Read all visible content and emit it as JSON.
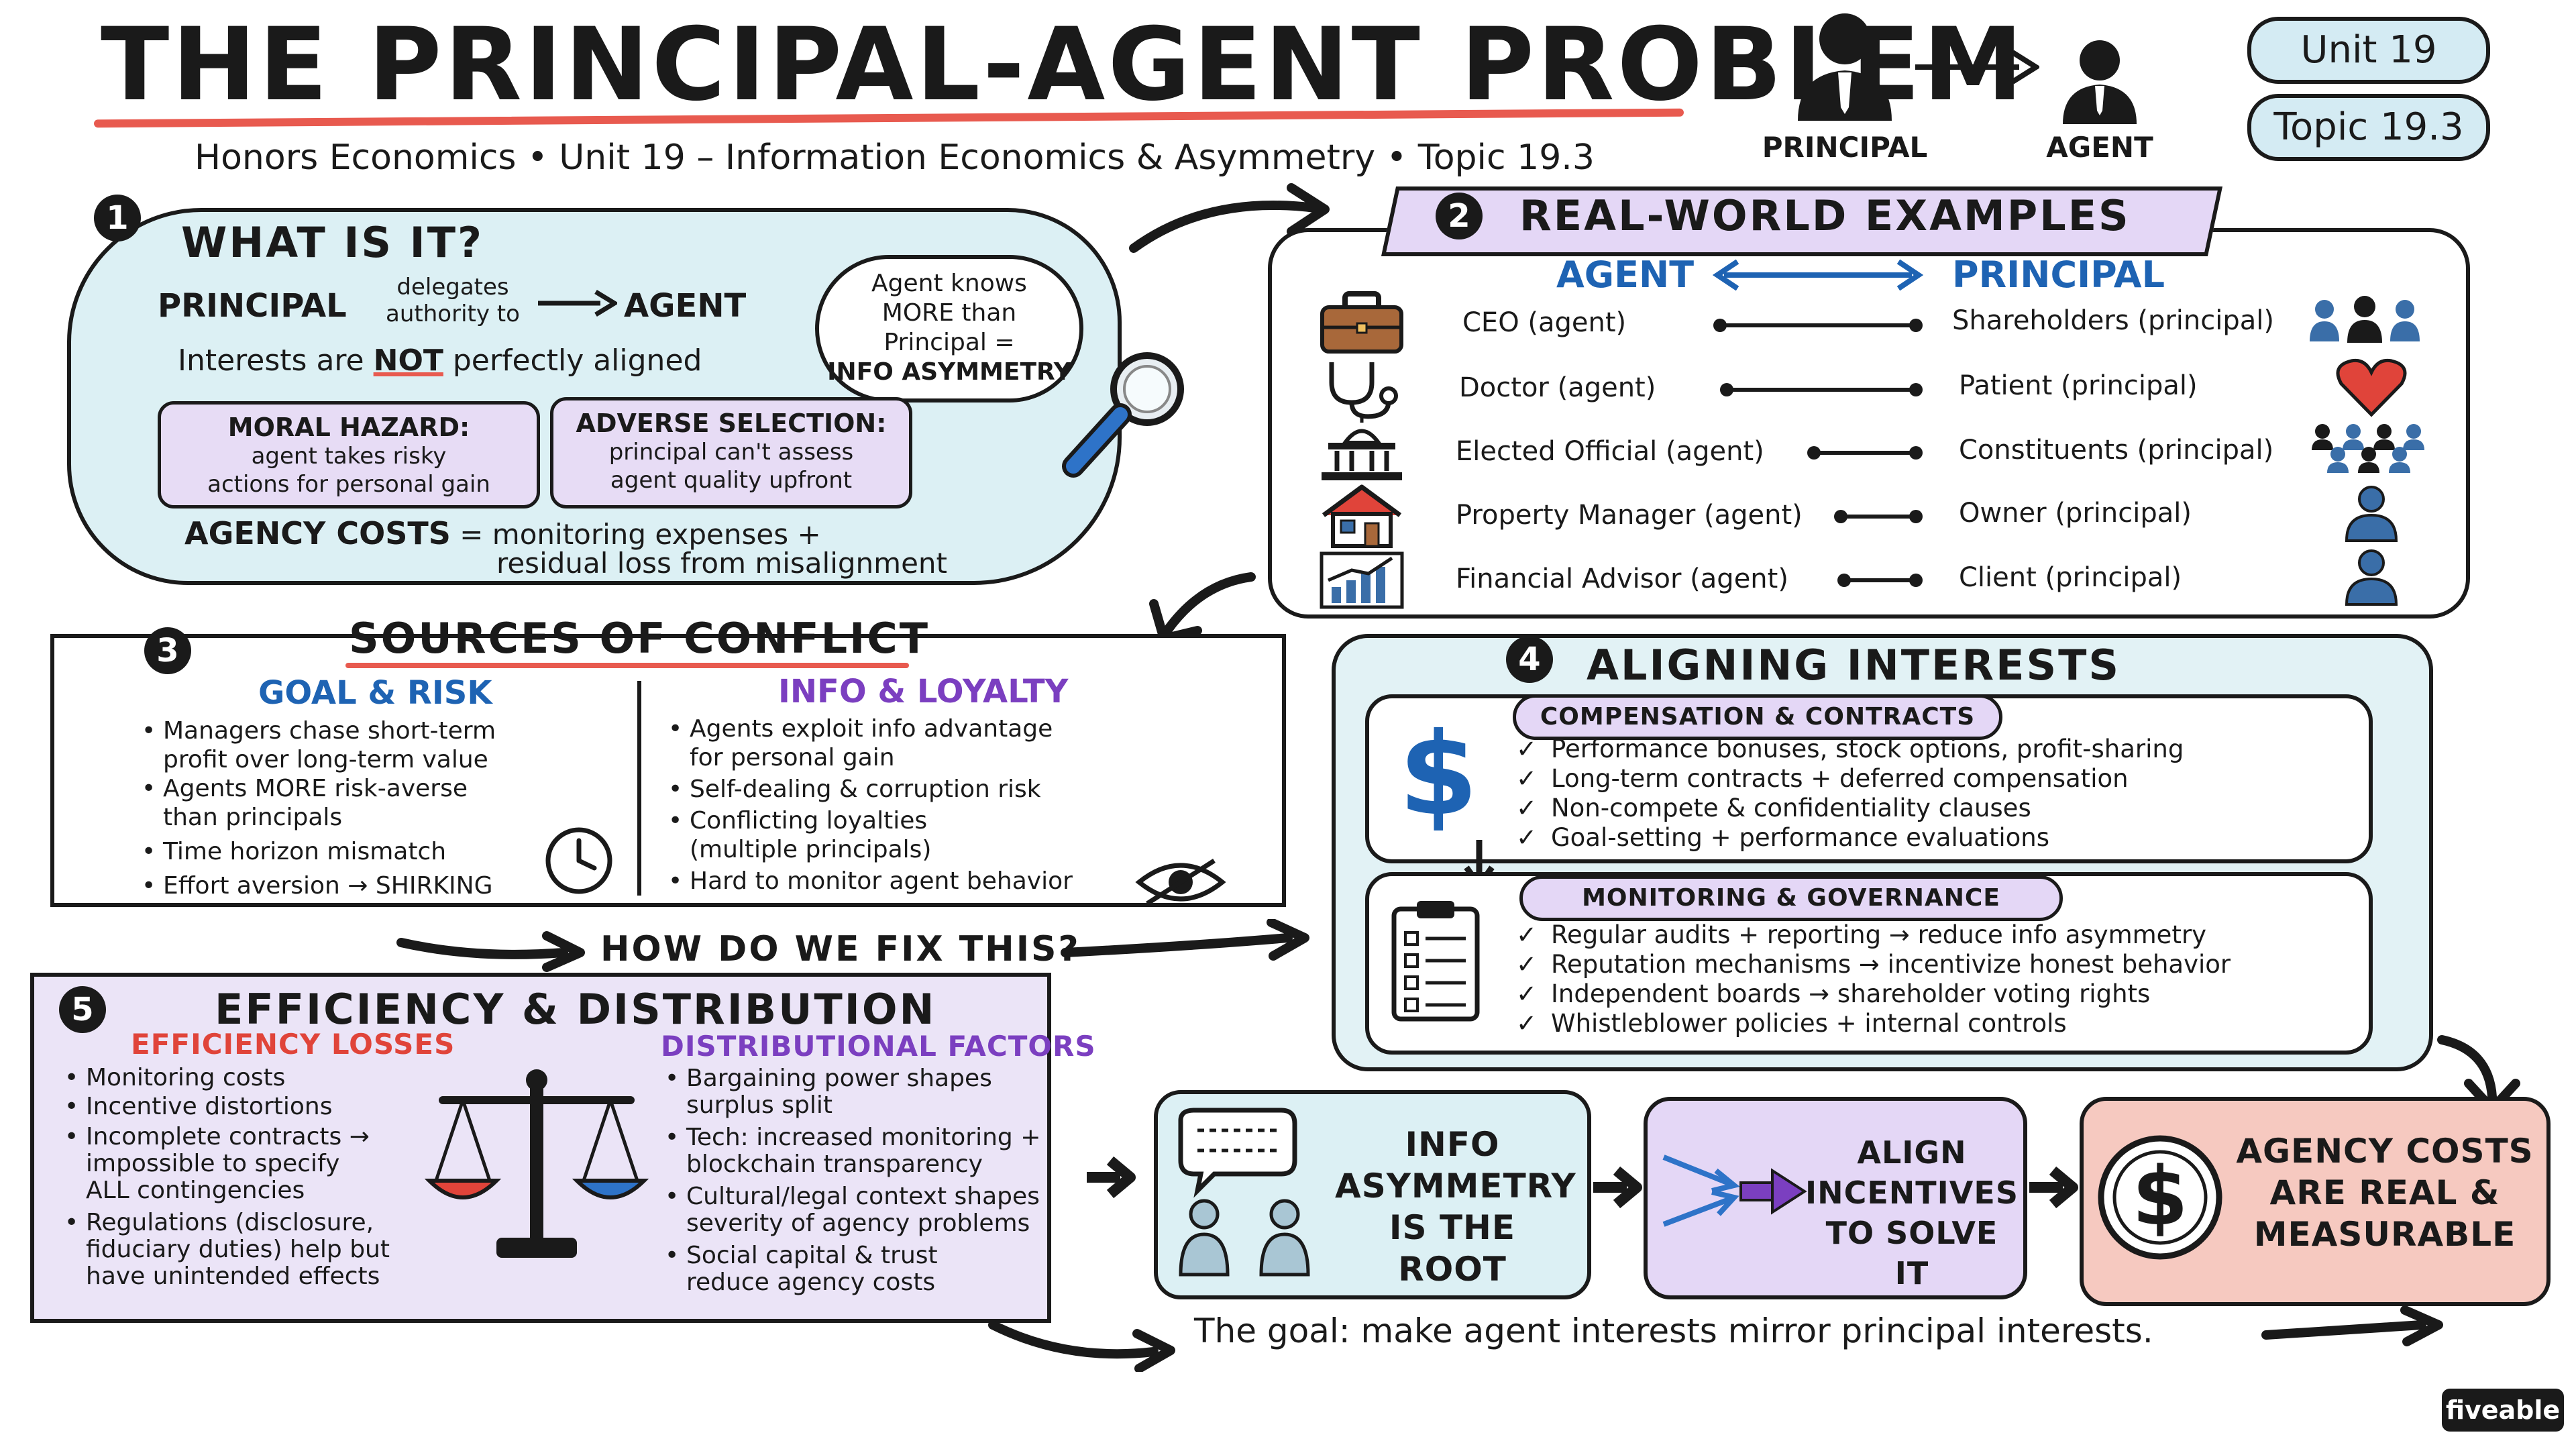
{
  "header": {
    "title": "THE PRINCIPAL-AGENT PROBLEM",
    "subtitle": "Honors Economics • Unit 19 – Information Economics & Asymmetry • Topic 19.3",
    "principal_label": "PRINCIPAL",
    "agent_label": "AGENT",
    "unit_tag": "Unit 19",
    "topic_tag": "Topic 19.3"
  },
  "section1": {
    "number": "1",
    "heading": "WHAT IS IT?",
    "principal": "PRINCIPAL",
    "delegates_line1": "delegates",
    "delegates_line2": "authority to",
    "agent": "AGENT",
    "interests_pre": "Interests are",
    "interests_not": "NOT",
    "interests_post": "perfectly aligned",
    "bubble_lines": [
      "Agent knows",
      "MORE than",
      "Principal =",
      "INFO ASYMMETRY"
    ],
    "moral_hazard_title": "MORAL HAZARD:",
    "moral_hazard_lines": [
      "agent takes risky",
      "actions for personal gain"
    ],
    "adverse_selection_title": "ADVERSE SELECTION:",
    "adverse_selection_lines": [
      "principal can't assess",
      "agent quality upfront"
    ],
    "agency_costs_label": "AGENCY COSTS",
    "agency_costs_eq": "=",
    "agency_costs_line1": "monitoring expenses +",
    "agency_costs_line2": "residual loss from misalignment"
  },
  "section2": {
    "number": "2",
    "heading": "REAL-WORLD EXAMPLES",
    "col_agent": "AGENT",
    "col_principal": "PRINCIPAL",
    "rows": [
      {
        "agent": "CEO (agent)",
        "principal": "Shareholders (principal)",
        "left_icon": "briefcase-icon",
        "right_icon": "group-icon"
      },
      {
        "agent": "Doctor (agent)",
        "principal": "Patient (principal)",
        "left_icon": "stethoscope-icon",
        "right_icon": "heart-icon"
      },
      {
        "agent": "Elected Official (agent)",
        "principal": "Constituents (principal)",
        "left_icon": "capitol-icon",
        "right_icon": "crowd-icon"
      },
      {
        "agent": "Property Manager (agent)",
        "principal": "Owner (principal)",
        "left_icon": "house-icon",
        "right_icon": "person-icon"
      },
      {
        "agent": "Financial Advisor (agent)",
        "principal": "Client (principal)",
        "left_icon": "growth-chart-icon",
        "right_icon": "person-icon"
      }
    ]
  },
  "section3": {
    "number": "3",
    "heading": "SOURCES OF CONFLICT",
    "left_title": "GOAL & RISK",
    "left_items": [
      [
        "Managers chase short-term",
        "profit over long-term value"
      ],
      [
        "Agents MORE risk-averse",
        "than principals"
      ],
      [
        "Time horizon mismatch"
      ],
      [
        "Effort aversion → SHIRKING"
      ]
    ],
    "right_title": "INFO & LOYALTY",
    "right_items": [
      [
        "Agents exploit info advantage",
        "for personal gain"
      ],
      [
        "Self-dealing & corruption risk"
      ],
      [
        "Conflicting loyalties",
        "(multiple principals)"
      ],
      [
        "Hard to monitor agent behavior"
      ]
    ],
    "fix_prompt": "HOW DO WE FIX THIS?"
  },
  "section4": {
    "number": "4",
    "heading": "ALIGNING INTERESTS",
    "comp_title": "COMPENSATION & CONTRACTS",
    "comp_items": [
      "Performance bonuses, stock options, profit-sharing",
      "Long-term contracts + deferred compensation",
      "Non-compete & confidentiality clauses",
      "Goal-setting + performance evaluations"
    ],
    "mon_title": "MONITORING & GOVERNANCE",
    "mon_items": [
      "Regular audits + reporting → reduce info asymmetry",
      "Reputation mechanisms → incentivize honest behavior",
      "Independent boards → shareholder voting rights",
      "Whistleblower policies + internal controls"
    ]
  },
  "section5": {
    "number": "5",
    "heading": "EFFICIENCY & DISTRIBUTION",
    "left_title": "EFFICIENCY LOSSES",
    "left_items": [
      [
        "Monitoring costs"
      ],
      [
        "Incentive distortions"
      ],
      [
        "Incomplete contracts →",
        "impossible to specify",
        "ALL contingencies"
      ],
      [
        "Regulations (disclosure,",
        "fiduciary duties) help but",
        "have unintended effects"
      ]
    ],
    "right_title": "DISTRIBUTIONAL FACTORS",
    "right_items": [
      [
        "Bargaining power shapes",
        "surplus split"
      ],
      [
        "Tech: increased monitoring +",
        "blockchain transparency"
      ],
      [
        "Cultural/legal context shapes",
        "severity of agency problems"
      ],
      [
        "Social capital & trust",
        "reduce agency costs"
      ]
    ]
  },
  "flow": {
    "box1_lines": [
      "INFO",
      "ASYMMETRY",
      "IS THE ROOT"
    ],
    "box2_lines": [
      "ALIGN",
      "INCENTIVES",
      "TO SOLVE IT"
    ],
    "box3_lines": [
      "AGENCY COSTS",
      "ARE REAL &",
      "MEASURABLE"
    ],
    "goal": "The goal: make agent interests mirror principal interests."
  },
  "brand": "fiveable",
  "colors": {
    "accent_red": "#e85a4f",
    "blue": "#1e63b3",
    "purple": "#7b3fc0",
    "teal_bg": "#dcf0f4",
    "lavender_bg": "#ebe4f7",
    "salmon_bg": "#f6c9c0"
  }
}
